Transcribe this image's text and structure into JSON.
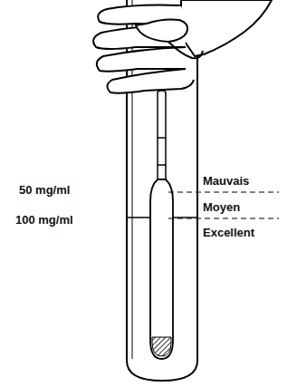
{
  "diagram": {
    "labels": [
      "50 mg/ml",
      "100 mg/ml",
      "Mauvais",
      "Moyen",
      "Excellent"
    ]
  }
}
